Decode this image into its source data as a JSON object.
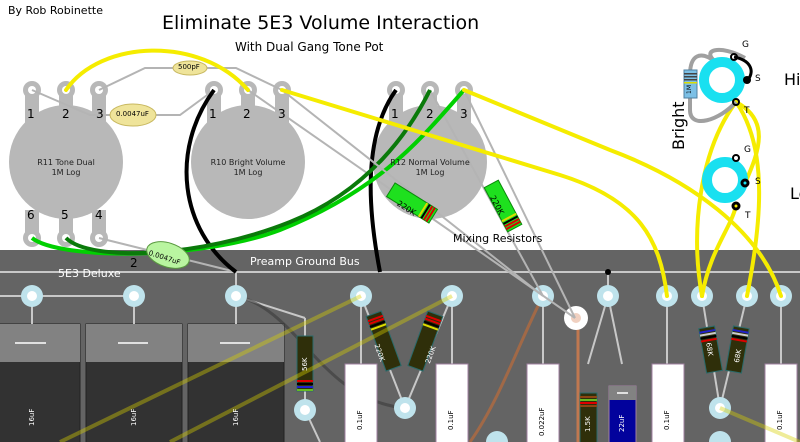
{
  "header": {
    "author": "By Rob Robinette",
    "title": "Eliminate 5E3 Volume Interaction",
    "subtitle": "With Dual Gang Tone Pot"
  },
  "pots": [
    {
      "name": "R11 Tone Dual",
      "taper": "1M Log",
      "lugs_top": [
        "1",
        "2",
        "3"
      ],
      "lugs_bottom": [
        "6",
        "5",
        "4"
      ]
    },
    {
      "name": "R10 Bright Volume",
      "taper": "1M Log",
      "lugs_top": [
        "1",
        "2",
        "3"
      ]
    },
    {
      "name": "R12 Normal Volume",
      "taper": "1M Log",
      "lugs_top": [
        "1",
        "2",
        "3"
      ]
    }
  ],
  "caps_top": {
    "c500pf": "500pF",
    "c0047_top": "0.0047uF",
    "c0047_bottom": "0.0047uF",
    "c0047_bottom_lug": "2"
  },
  "mixing": {
    "label": "Mixing Resistors",
    "r1": "220K",
    "r2": "220K"
  },
  "jacks": {
    "side_label": "Bright",
    "hi_label": "Hi",
    "lo_label": "Lo",
    "resistor": "1M",
    "jack1": {
      "g": "G",
      "s": "S",
      "t": "T"
    },
    "jack2": {
      "g": "G",
      "s": "S",
      "t": "T"
    }
  },
  "board": {
    "name": "5E3 Deluxe",
    "bus_label": "Preamp Ground Bus",
    "filter_caps": [
      "16uF",
      "16uF",
      "16uF"
    ],
    "r56k": "56K",
    "r220k_a": "220K",
    "r220k_b": "220K",
    "cap_01_a": "0.1uF",
    "cap_01_b": "0.1uF",
    "cap_0022": "0.022uF",
    "r15k": "1.5K",
    "cap_22uf": "22uF",
    "cap_01_c": "0.1uF",
    "r68k_a": "68K",
    "r68k_b": "68K",
    "cap_01_d": "0.1uF"
  },
  "colors": {
    "board": "#646464",
    "pot": "#b8b8b8",
    "yellow_wire": "#f5ec00",
    "green_wire": "#00c800",
    "dark_green_wire": "#0a7a0a",
    "jack_ring": "#19e0f0",
    "eyelet": "#bfe3ec",
    "cap_blue": "#02029c",
    "resistor_body": "#2f2f0a",
    "cap_oval": "#efe49a",
    "cap_green": "#b9f5a0"
  }
}
